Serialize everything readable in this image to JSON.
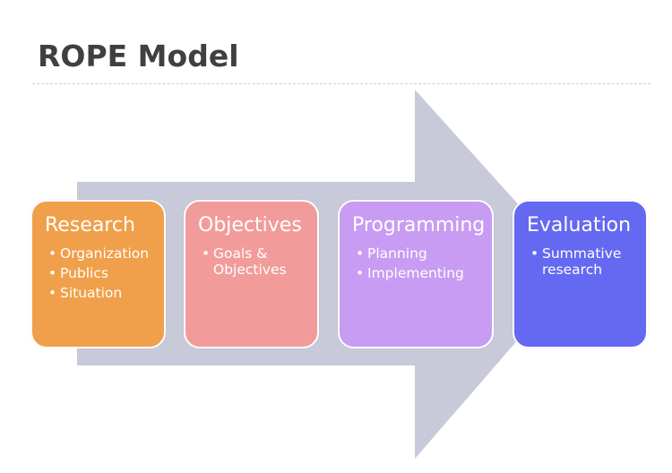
{
  "title": "ROPE Model",
  "colors": {
    "arrow": "#c8cad9",
    "research": "#f0a04a",
    "objectives": "#f19c9b",
    "programming": "#c89cf3",
    "evaluation": "#6568f0"
  },
  "stages": [
    {
      "heading": "Research",
      "bullets": [
        "Organization",
        "Publics",
        "Situation"
      ]
    },
    {
      "heading": "Objectives",
      "bullets": [
        "Goals & Objectives"
      ]
    },
    {
      "heading": "Programming",
      "bullets": [
        "Planning",
        "Implementing"
      ]
    },
    {
      "heading": "Evaluation",
      "bullets": [
        "Summative research"
      ]
    }
  ]
}
